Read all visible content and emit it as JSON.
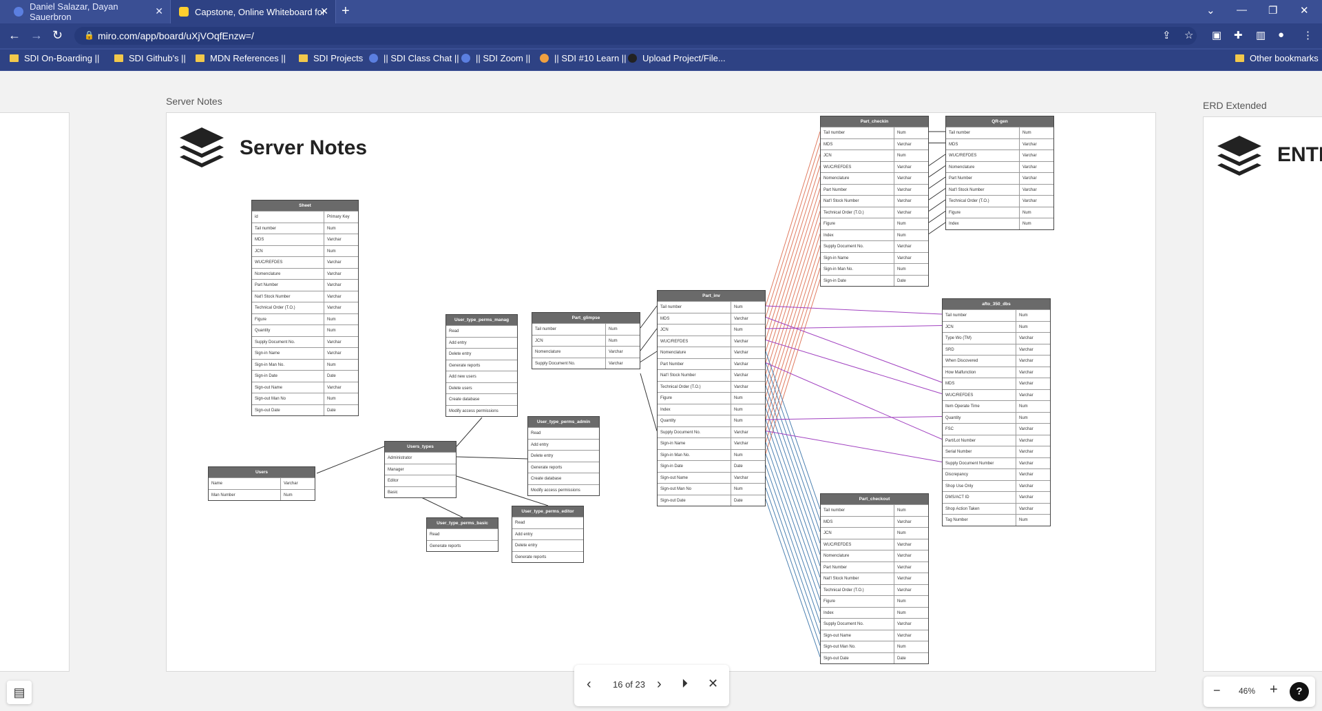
{
  "browser": {
    "tabs": [
      {
        "title": "Daniel Salazar, Dayan Sauerbron",
        "icon": "power-icon",
        "color": "#5b7fe0"
      },
      {
        "title": "Capstone, Online Whiteboard for",
        "icon": "miro-icon",
        "color": "#ffd02f"
      }
    ],
    "url": "miro.com/app/board/uXjVOqfEnzw=/",
    "bookmarks": [
      "SDI On-Boarding ||",
      "SDI Github's ||",
      "MDN References ||",
      "SDI Projects",
      "|| SDI Class Chat ||",
      "|| SDI Zoom ||",
      "|| SDI #10 Learn ||",
      "Upload Project/File...",
      "Other bookmarks"
    ]
  },
  "board": {
    "frames": [
      {
        "label": "Server Notes",
        "title": "Server Notes"
      },
      {
        "label": "ERD Extended",
        "title": "ENTI"
      }
    ],
    "tables": [
      {
        "id": "sheet",
        "name": "Sheet",
        "rows": [
          [
            "id",
            "Primary Key"
          ],
          [
            "Tail number",
            "Num"
          ],
          [
            "MDS",
            "Varchar"
          ],
          [
            "JCN",
            "Num"
          ],
          [
            "WUC/REFDES",
            "Varchar"
          ],
          [
            "Nomenclature",
            "Varchar"
          ],
          [
            "Part Number",
            "Varchar"
          ],
          [
            "Nat'l Stock Number",
            "Varchar"
          ],
          [
            "Technical Order (T.O.)",
            "Varchar"
          ],
          [
            "Figure",
            "Num"
          ],
          [
            "Quantity",
            "Num"
          ],
          [
            "Supply Document No.",
            "Varchar"
          ],
          [
            "Sign-in Name",
            "Varchar"
          ],
          [
            "Sign-in Man No.",
            "Num"
          ],
          [
            "Sign-in Date",
            "Date"
          ],
          [
            "Sign-out Name",
            "Varchar"
          ],
          [
            "Sign-out Man No",
            "Num"
          ],
          [
            "Sign-out Date",
            "Date"
          ]
        ]
      },
      {
        "id": "users",
        "name": "Users",
        "rows": [
          [
            "Name",
            "Varchar"
          ],
          [
            "Man Number",
            "Num"
          ]
        ]
      },
      {
        "id": "users_types",
        "name": "Users_types",
        "single": true,
        "rows": [
          [
            "Administrator"
          ],
          [
            "Manager"
          ],
          [
            "Editor"
          ],
          [
            "Basic"
          ]
        ]
      },
      {
        "id": "perms_manag",
        "name": "User_type_perms_manag",
        "single": true,
        "rows": [
          [
            "Read"
          ],
          [
            "Add entry"
          ],
          [
            "Delete entry"
          ],
          [
            "Generate reports"
          ],
          [
            "Add new users"
          ],
          [
            "Delete users"
          ],
          [
            "Create database"
          ],
          [
            "Modify access permissions"
          ]
        ]
      },
      {
        "id": "perms_admin",
        "name": "User_type_perms_admin",
        "single": true,
        "rows": [
          [
            "Read"
          ],
          [
            "Add entry"
          ],
          [
            "Delete entry"
          ],
          [
            "Generate reports"
          ],
          [
            "Create database"
          ],
          [
            "Modify access permissions"
          ]
        ]
      },
      {
        "id": "perms_basic",
        "name": "User_type_perms_basic",
        "single": true,
        "rows": [
          [
            "Read"
          ],
          [
            "Generate reports"
          ]
        ]
      },
      {
        "id": "perms_editor",
        "name": "User_type_perms_editor",
        "single": true,
        "rows": [
          [
            "Read"
          ],
          [
            "Add entry"
          ],
          [
            "Delete entry"
          ],
          [
            "Generate reports"
          ]
        ]
      },
      {
        "id": "part_glimpse",
        "name": "Part_glimpse",
        "rows": [
          [
            "Tail number",
            "Num"
          ],
          [
            "JCN",
            "Num"
          ],
          [
            "Nomenclature",
            "Varchar"
          ],
          [
            "Supply Document No.",
            "Varchar"
          ]
        ]
      },
      {
        "id": "part_inv",
        "name": "Part_inv",
        "rows": [
          [
            "Tail number",
            "Num"
          ],
          [
            "MDS",
            "Varchar"
          ],
          [
            "JCN",
            "Num"
          ],
          [
            "WUC/REFDES",
            "Varchar"
          ],
          [
            "Nomenclature",
            "Varchar"
          ],
          [
            "Part Number",
            "Varchar"
          ],
          [
            "Nat'l Stock Number",
            "Varchar"
          ],
          [
            "Technical Order (T.O.)",
            "Varchar"
          ],
          [
            "Figure",
            "Num"
          ],
          [
            "Index",
            "Num"
          ],
          [
            "Quantity",
            "Num"
          ],
          [
            "Supply Document No.",
            "Varchar"
          ],
          [
            "Sign-in Name",
            "Varchar"
          ],
          [
            "Sign-in Man No.",
            "Num"
          ],
          [
            "Sign-in Date",
            "Date"
          ],
          [
            "Sign-out Name",
            "Varchar"
          ],
          [
            "Sign-out Man No",
            "Num"
          ],
          [
            "Sign-out Date",
            "Date"
          ]
        ]
      },
      {
        "id": "part_checkin",
        "name": "Part_checkin",
        "rows": [
          [
            "Tail number",
            "Num"
          ],
          [
            "MDS",
            "Varchar"
          ],
          [
            "JCN",
            "Num"
          ],
          [
            "WUC/REFDES",
            "Varchar"
          ],
          [
            "Nomenclature",
            "Varchar"
          ],
          [
            "Part Number",
            "Varchar"
          ],
          [
            "Nat'l Stock Number",
            "Varchar"
          ],
          [
            "Technical Order (T.O.)",
            "Varchar"
          ],
          [
            "Figure",
            "Num"
          ],
          [
            "Index",
            "Num"
          ],
          [
            "Supply Document No.",
            "Varchar"
          ],
          [
            "Sign-in Name",
            "Varchar"
          ],
          [
            "Sign-in Man No.",
            "Num"
          ],
          [
            "Sign-in Date",
            "Date"
          ]
        ]
      },
      {
        "id": "qr_gen",
        "name": "QR-gen",
        "rows": [
          [
            "Tail number",
            "Num"
          ],
          [
            "MDS",
            "Varchar"
          ],
          [
            "WUC/REFDES",
            "Varchar"
          ],
          [
            "Nomenclature",
            "Varchar"
          ],
          [
            "Part Number",
            "Varchar"
          ],
          [
            "Nat'l Stock Number",
            "Varchar"
          ],
          [
            "Technical Order (T.O.)",
            "Varchar"
          ],
          [
            "Figure",
            "Num"
          ],
          [
            "Index",
            "Num"
          ]
        ]
      },
      {
        "id": "afto_350",
        "name": "afto_350_dbs",
        "rows": [
          [
            "Tail number",
            "Num"
          ],
          [
            "JCN",
            "Num"
          ],
          [
            "Type Wo (TM)",
            "Varchar"
          ],
          [
            "SRD",
            "Varchar"
          ],
          [
            "When Discovered",
            "Varchar"
          ],
          [
            "How Malfunction",
            "Varchar"
          ],
          [
            "MDS",
            "Varchar"
          ],
          [
            "WUC/REFDES",
            "Varchar"
          ],
          [
            "Item Operate Time",
            "Num"
          ],
          [
            "Quantity",
            "Num"
          ],
          [
            "FSC",
            "Varchar"
          ],
          [
            "Part/Lot Number",
            "Varchar"
          ],
          [
            "Serial Number",
            "Varchar"
          ],
          [
            "Supply Document Number",
            "Varchar"
          ],
          [
            "Discrepancy",
            "Varchar"
          ],
          [
            "Shop Use Only",
            "Varchar"
          ],
          [
            "DMS/ACT ID",
            "Varchar"
          ],
          [
            "Shop Action Taken",
            "Varchar"
          ],
          [
            "Tag Number",
            "Num"
          ]
        ]
      },
      {
        "id": "part_checkout",
        "name": "Part_checkout",
        "rows": [
          [
            "Tail number",
            "Num"
          ],
          [
            "MDS",
            "Varchar"
          ],
          [
            "JCN",
            "Num"
          ],
          [
            "WUC/REFDES",
            "Varchar"
          ],
          [
            "Nomenclature",
            "Varchar"
          ],
          [
            "Part Number",
            "Varchar"
          ],
          [
            "Nat'l Stock Number",
            "Varchar"
          ],
          [
            "Technical Order (T.O.)",
            "Varchar"
          ],
          [
            "Figure",
            "Num"
          ],
          [
            "Index",
            "Num"
          ],
          [
            "Supply Document No.",
            "Varchar"
          ],
          [
            "Sign-out Name",
            "Varchar"
          ],
          [
            "Sign-out Man No.",
            "Num"
          ],
          [
            "Sign-out Date",
            "Date"
          ]
        ]
      }
    ]
  },
  "presentation": {
    "counter": "16 of 23"
  },
  "zoom": {
    "level": "46%",
    "minus": "−",
    "plus": "+",
    "help": "?"
  }
}
